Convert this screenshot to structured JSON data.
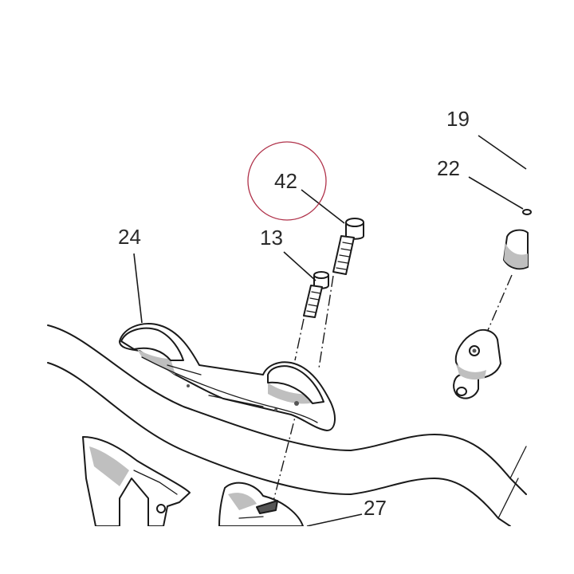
{
  "callouts": {
    "c19": "19",
    "c22": "22",
    "c42": "42",
    "c13": "13",
    "c24": "24",
    "c27": "27"
  },
  "highlight": {
    "target": "42",
    "color": "#b0324a"
  },
  "colors": {
    "line": "#1a1a1a",
    "shade": "#bfbfbf",
    "text": "#2a2a2a"
  }
}
